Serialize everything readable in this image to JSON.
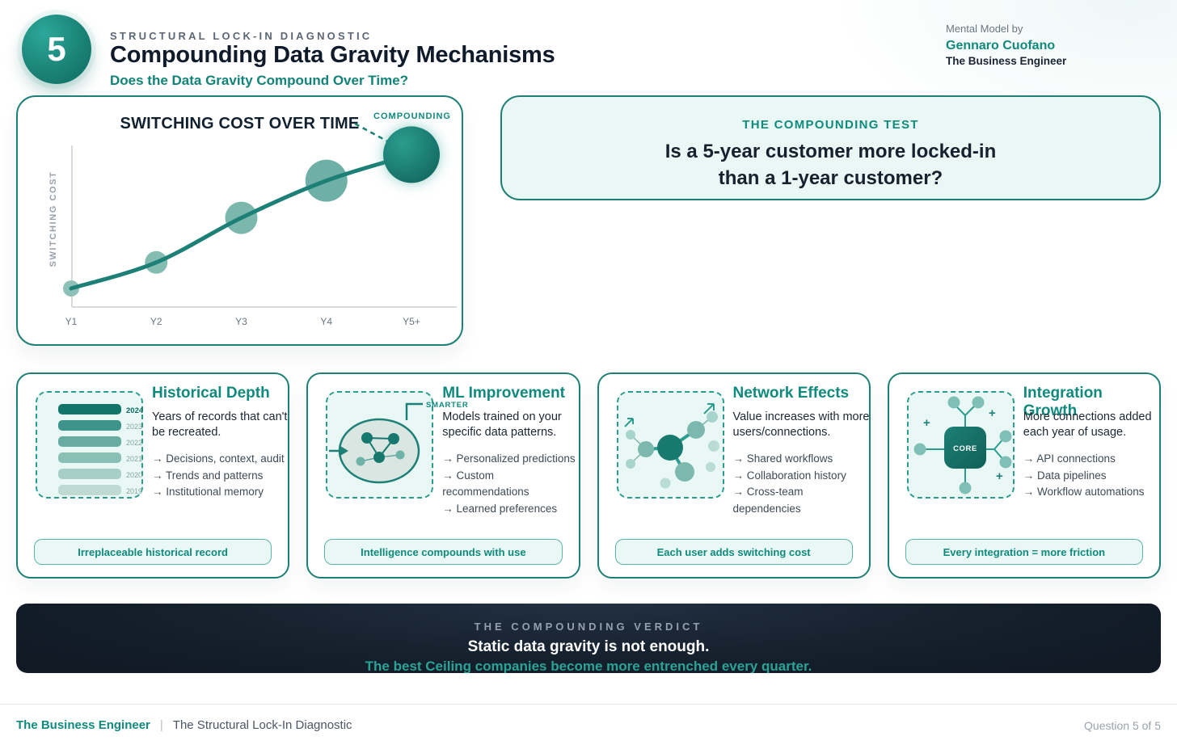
{
  "header": {
    "badge": "5",
    "eyebrow": "STRUCTURAL LOCK-IN DIAGNOSTIC",
    "title": "Compounding Data Gravity Mechanisms",
    "subtitle": "Does the Data Gravity Compound Over Time?",
    "byline_label": "Mental Model by",
    "byline_name": "Gennaro Cuofano",
    "byline_org": "The Business Engineer"
  },
  "chart_data": {
    "type": "line",
    "title": "SWITCHING COST OVER TIME",
    "ylabel": "SWITCHING COST",
    "annotation": "COMPOUNDING",
    "categories": [
      "Y1",
      "Y2",
      "Y3",
      "Y4",
      "Y5+"
    ],
    "values": [
      1.0,
      2.4,
      4.8,
      6.8,
      8.2
    ],
    "value_units": "relative switching cost (no numeric axis shown)",
    "bubble_radii": [
      10,
      14,
      20,
      26,
      35
    ],
    "bubble_colors": [
      "#8dc1b8",
      "#84bcb2",
      "#7cb7ad",
      "#6eb0a5",
      "gradient"
    ],
    "line_color": "#1d8076",
    "grid": false,
    "ylim": [
      0,
      9
    ]
  },
  "test_card": {
    "eyebrow": "THE COMPOUNDING TEST",
    "question_line1": "Is a 5-year customer more locked-in",
    "question_line2": "than a 1-year customer?"
  },
  "cards": [
    {
      "title": "Historical Depth",
      "body": "Years of records that can't be recreated.",
      "bullets": [
        "→ Decisions, context, audit",
        "→ Trends and patterns",
        "→ Institutional memory"
      ],
      "pill": "Irreplaceable historical record",
      "icon": {
        "name": "history-bars-icon",
        "years": [
          "2024",
          "2023",
          "2022",
          "2021",
          "2020",
          "2019"
        ]
      }
    },
    {
      "title": "ML Improvement",
      "body": "Models trained on your specific data patterns.",
      "bullets": [
        "→ Personalized predictions",
        "→ Custom recommendations",
        "→ Learned preferences"
      ],
      "pill": "Intelligence compounds with use",
      "icon": {
        "name": "ml-model-icon",
        "label": "SMARTER"
      }
    },
    {
      "title": "Network Effects",
      "body": "Value increases with more users/connections.",
      "bullets": [
        "→ Shared workflows",
        "→ Collaboration history",
        "→ Cross-team dependencies"
      ],
      "pill": "Each user adds switching cost",
      "icon": {
        "name": "network-hub-icon"
      }
    },
    {
      "title": "Integration Growth",
      "body": "More connections added each year of usage.",
      "bullets": [
        "→ API connections",
        "→ Data pipelines",
        "→ Workflow automations"
      ],
      "pill": "Every integration = more friction",
      "icon": {
        "name": "integrations-core-icon",
        "label": "CORE"
      }
    }
  ],
  "verdict": {
    "eyebrow": "THE COMPOUNDING VERDICT",
    "line1": "Static data gravity is not enough.",
    "line2": "The best Ceiling companies become more entrenched every quarter."
  },
  "footer": {
    "brand": "The Business Engineer",
    "separator": "|",
    "doc_title": "The Structural Lock-In Diagnostic",
    "page_indicator": "Question 5 of 5"
  },
  "colors": {
    "accent_border": "#1d8076",
    "accent_text": "#0f8a7d",
    "mint": "#e9f8f5",
    "dark_navy": "#131c2b",
    "verdict_bg": "#141e2b",
    "verdict_teal": "#2aa396"
  }
}
